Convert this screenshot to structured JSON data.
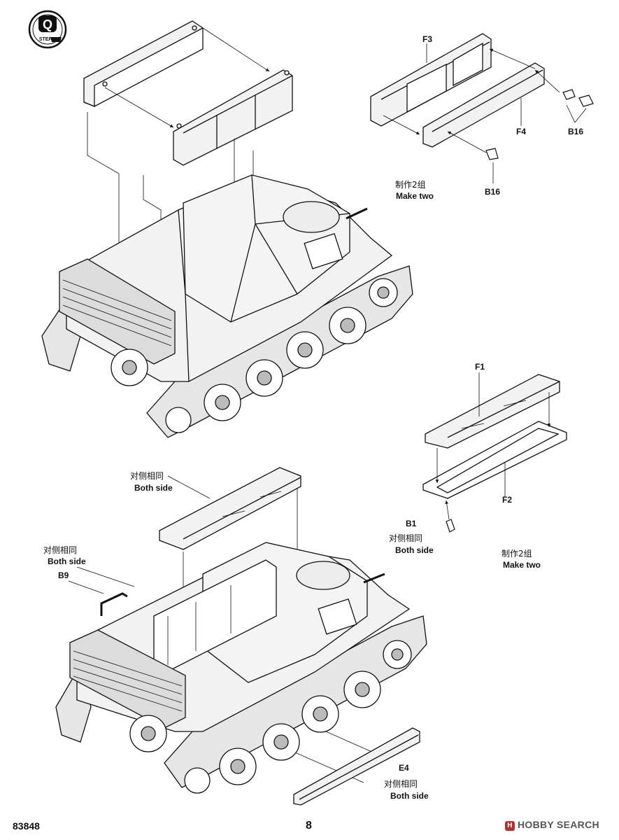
{
  "step": {
    "number": "Q",
    "word": "STEP"
  },
  "top_right": {
    "part_f3": "F3",
    "part_f4": "F4",
    "part_b16_right": "B16",
    "part_b16_lower": "B16",
    "note_cn": "制作2组",
    "note_en": "Make two"
  },
  "middle_right": {
    "part_f1": "F1",
    "part_f2": "F2",
    "part_b1": "B1",
    "b1_note_cn": "对侧相同",
    "b1_note_en": "Both side",
    "note_cn": "制作2组",
    "note_en": "Make two"
  },
  "lower_assembly": {
    "top_note_cn": "对侧相同",
    "top_note_en": "Both side",
    "left_note_cn": "对侧相同",
    "left_note_en": "Both side",
    "part_b9": "B9",
    "part_e4": "E4",
    "e4_note_cn": "对侧相同",
    "e4_note_en": "Both side"
  },
  "footer": {
    "product_code": "83848",
    "page_number": "8",
    "watermark": "HOBBY SEARCH",
    "watermark_logo": "H"
  },
  "colors": {
    "ink": "#111111",
    "part_fill": "#f2f2f2",
    "shadow": "#d0d0d0"
  }
}
